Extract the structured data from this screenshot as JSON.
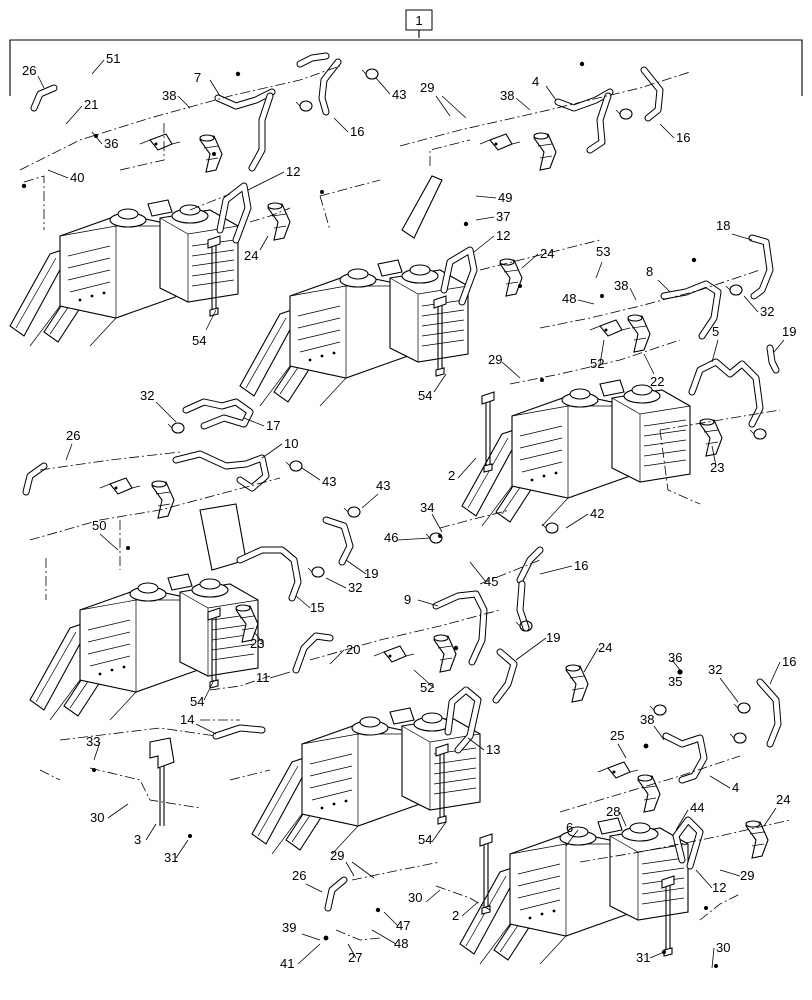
{
  "header_label": "1",
  "callouts": [
    {
      "id": "c26a",
      "text": "26"
    },
    {
      "id": "c51",
      "text": "51"
    },
    {
      "id": "c7",
      "text": "7"
    },
    {
      "id": "c43a",
      "text": "43"
    },
    {
      "id": "c21",
      "text": "21"
    },
    {
      "id": "c38a",
      "text": "38"
    },
    {
      "id": "c36a",
      "text": "36"
    },
    {
      "id": "c40",
      "text": "40"
    },
    {
      "id": "c16a",
      "text": "16"
    },
    {
      "id": "c29a",
      "text": "29"
    },
    {
      "id": "c4a",
      "text": "4"
    },
    {
      "id": "c38b",
      "text": "38"
    },
    {
      "id": "c16b",
      "text": "16"
    },
    {
      "id": "c12a",
      "text": "12"
    },
    {
      "id": "c24a",
      "text": "24"
    },
    {
      "id": "c54a",
      "text": "54"
    },
    {
      "id": "c49",
      "text": "49"
    },
    {
      "id": "c37",
      "text": "37"
    },
    {
      "id": "c12b",
      "text": "12"
    },
    {
      "id": "c24b",
      "text": "24"
    },
    {
      "id": "c18",
      "text": "18"
    },
    {
      "id": "c53",
      "text": "53"
    },
    {
      "id": "c8",
      "text": "8"
    },
    {
      "id": "c48a",
      "text": "48"
    },
    {
      "id": "c38c",
      "text": "38"
    },
    {
      "id": "c32a",
      "text": "32"
    },
    {
      "id": "c5",
      "text": "5"
    },
    {
      "id": "c19a",
      "text": "19"
    },
    {
      "id": "c52a",
      "text": "52"
    },
    {
      "id": "c22",
      "text": "22"
    },
    {
      "id": "c54b",
      "text": "54"
    },
    {
      "id": "c29b",
      "text": "29"
    },
    {
      "id": "c32b",
      "text": "32"
    },
    {
      "id": "c17",
      "text": "17"
    },
    {
      "id": "c10",
      "text": "10"
    },
    {
      "id": "c26b",
      "text": "26"
    },
    {
      "id": "c43b",
      "text": "43"
    },
    {
      "id": "c23a",
      "text": "23"
    },
    {
      "id": "c2a",
      "text": "2"
    },
    {
      "id": "c43c",
      "text": "43"
    },
    {
      "id": "c34",
      "text": "34"
    },
    {
      "id": "c42",
      "text": "42"
    },
    {
      "id": "c50",
      "text": "50"
    },
    {
      "id": "c46",
      "text": "46"
    },
    {
      "id": "c19b",
      "text": "19"
    },
    {
      "id": "c45",
      "text": "45"
    },
    {
      "id": "c16c",
      "text": "16"
    },
    {
      "id": "c32c",
      "text": "32"
    },
    {
      "id": "c9",
      "text": "9"
    },
    {
      "id": "c15",
      "text": "15"
    },
    {
      "id": "c23b",
      "text": "23"
    },
    {
      "id": "c20",
      "text": "20"
    },
    {
      "id": "c11",
      "text": "11"
    },
    {
      "id": "c52b",
      "text": "52"
    },
    {
      "id": "c19c",
      "text": "19"
    },
    {
      "id": "c24c",
      "text": "24"
    },
    {
      "id": "c54c",
      "text": "54"
    },
    {
      "id": "c36b",
      "text": "36"
    },
    {
      "id": "c32d",
      "text": "32"
    },
    {
      "id": "c16d",
      "text": "16"
    },
    {
      "id": "c35",
      "text": "35"
    },
    {
      "id": "c14",
      "text": "14"
    },
    {
      "id": "c13",
      "text": "13"
    },
    {
      "id": "c25",
      "text": "25"
    },
    {
      "id": "c38d",
      "text": "38"
    },
    {
      "id": "c33",
      "text": "33"
    },
    {
      "id": "c4b",
      "text": "4"
    },
    {
      "id": "c30a",
      "text": "30"
    },
    {
      "id": "c3",
      "text": "3"
    },
    {
      "id": "c28",
      "text": "28"
    },
    {
      "id": "c44",
      "text": "44"
    },
    {
      "id": "c6",
      "text": "6"
    },
    {
      "id": "c24d",
      "text": "24"
    },
    {
      "id": "c31a",
      "text": "31"
    },
    {
      "id": "c54d",
      "text": "54"
    },
    {
      "id": "c29c",
      "text": "29"
    },
    {
      "id": "c26c",
      "text": "26"
    },
    {
      "id": "c29d",
      "text": "29"
    },
    {
      "id": "c12c",
      "text": "12"
    },
    {
      "id": "c30b",
      "text": "30"
    },
    {
      "id": "c2b",
      "text": "2"
    },
    {
      "id": "c39",
      "text": "39"
    },
    {
      "id": "c47",
      "text": "47"
    },
    {
      "id": "c48b",
      "text": "48"
    },
    {
      "id": "c41",
      "text": "41"
    },
    {
      "id": "c27",
      "text": "27"
    },
    {
      "id": "c31b",
      "text": "31"
    },
    {
      "id": "c30c",
      "text": "30"
    }
  ]
}
